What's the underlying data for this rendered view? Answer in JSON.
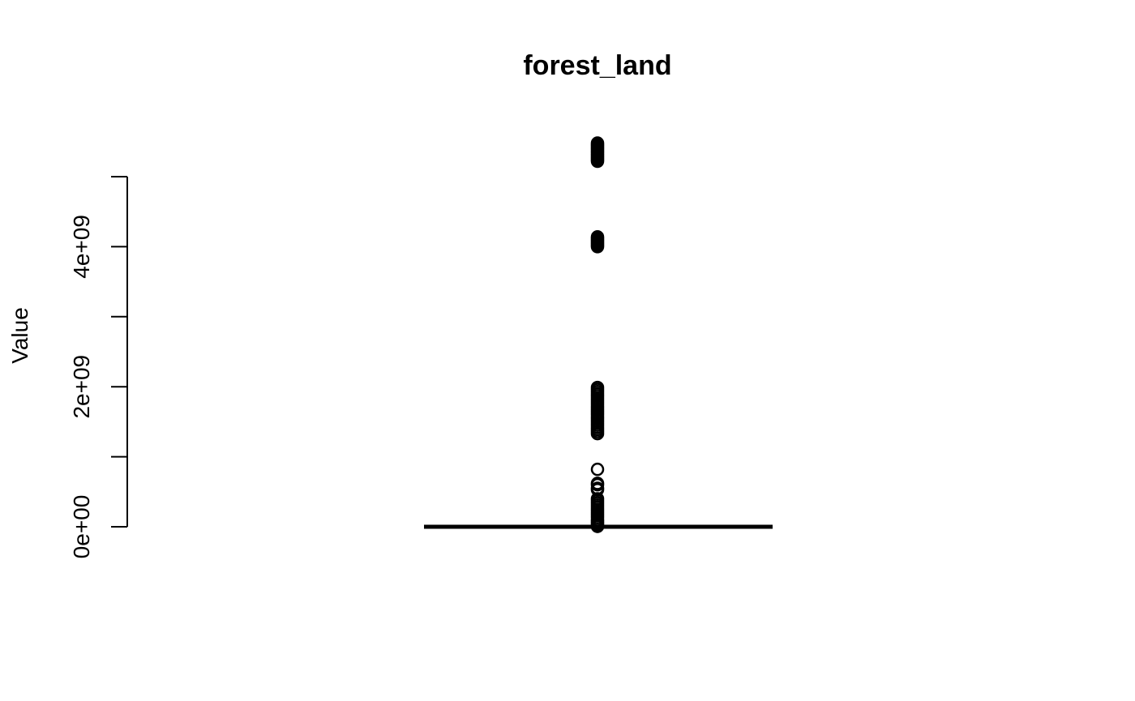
{
  "chart_data": {
    "type": "box",
    "title": "forest_land",
    "xlabel": "",
    "ylabel": "Value",
    "ylim": [
      0,
      5000000000
    ],
    "y_ticks": [
      0,
      1000000000,
      2000000000,
      3000000000,
      4000000000,
      5000000000
    ],
    "y_tick_labels": [
      "0e+00",
      "",
      "2e+09",
      "",
      "4e+09",
      ""
    ],
    "box": {
      "min": 0,
      "q1": 0,
      "median": 0,
      "q3": 0,
      "max": 0
    },
    "outliers": [
      5480000000,
      5460000000,
      5440000000,
      5420000000,
      5400000000,
      5380000000,
      5360000000,
      5340000000,
      5320000000,
      5300000000,
      5280000000,
      5260000000,
      5240000000,
      5220000000,
      4140000000,
      4120000000,
      4100000000,
      4080000000,
      4060000000,
      4040000000,
      4020000000,
      4000000000,
      1990000000,
      1960000000,
      1930000000,
      1900000000,
      1870000000,
      1840000000,
      1810000000,
      1780000000,
      1750000000,
      1720000000,
      1690000000,
      1660000000,
      1630000000,
      1600000000,
      1570000000,
      1540000000,
      1510000000,
      1480000000,
      1450000000,
      1420000000,
      1390000000,
      1360000000,
      1330000000,
      820000000,
      620000000,
      600000000,
      550000000,
      530000000,
      400000000,
      370000000,
      340000000,
      310000000,
      280000000,
      250000000,
      220000000,
      190000000,
      160000000,
      130000000,
      100000000,
      80000000,
      60000000,
      40000000,
      20000000,
      5000000
    ],
    "grid": false,
    "legend": "none"
  },
  "colors": {
    "ink": "#000000",
    "background": "#ffffff"
  }
}
